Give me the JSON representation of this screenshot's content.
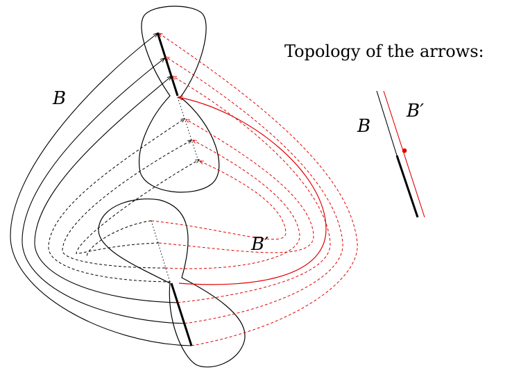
{
  "diagram": {
    "heading": "Topology of the arrows:",
    "label_upper_curve": "B",
    "label_lower_curve": "B′",
    "inset_label_left": "B",
    "inset_label_right": "B′"
  },
  "colors": {
    "ink": "#000000",
    "accent": "#e00000"
  }
}
